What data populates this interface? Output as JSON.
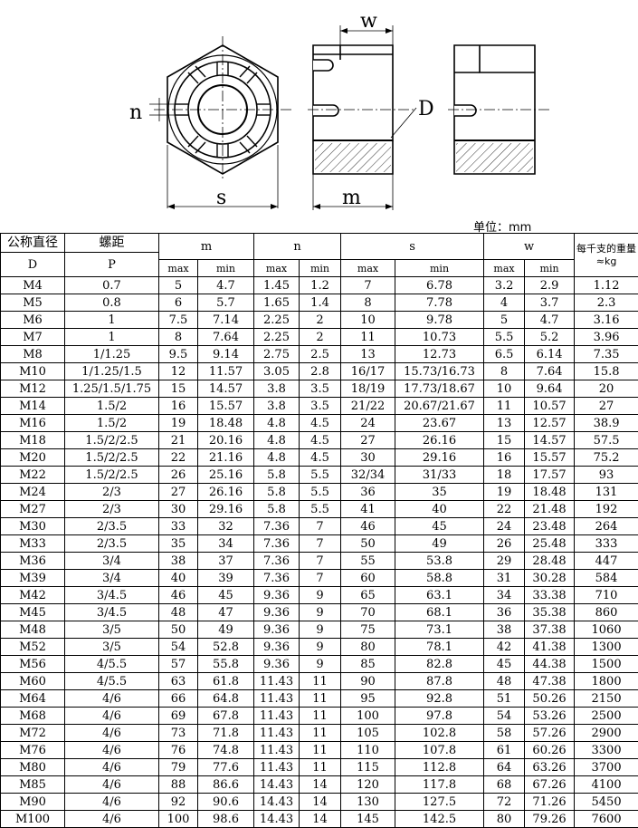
{
  "drawing": {
    "labels": {
      "w": "w",
      "n": "n",
      "D": "D",
      "s": "s",
      "m": "m"
    }
  },
  "unit_label": "单位：mm",
  "table": {
    "headers": {
      "d_cn": "公称直径",
      "d_sym": "D",
      "p_cn": "螺距",
      "p_sym": "P",
      "m": "m",
      "n": "n",
      "s": "s",
      "w": "w",
      "weight": "每千支的重量≈kg",
      "max": "max",
      "min": "min"
    },
    "rows": [
      [
        "M4",
        "0.7",
        "5",
        "4.7",
        "1.45",
        "1.2",
        "7",
        "6.78",
        "3.2",
        "2.9",
        "1.12"
      ],
      [
        "M5",
        "0.8",
        "6",
        "5.7",
        "1.65",
        "1.4",
        "8",
        "7.78",
        "4",
        "3.7",
        "2.3"
      ],
      [
        "M6",
        "1",
        "7.5",
        "7.14",
        "2.25",
        "2",
        "10",
        "9.78",
        "5",
        "4.7",
        "3.16"
      ],
      [
        "M7",
        "1",
        "8",
        "7.64",
        "2.25",
        "2",
        "11",
        "10.73",
        "5.5",
        "5.2",
        "3.96"
      ],
      [
        "M8",
        "1/1.25",
        "9.5",
        "9.14",
        "2.75",
        "2.5",
        "13",
        "12.73",
        "6.5",
        "6.14",
        "7.35"
      ],
      [
        "M10",
        "1/1.25/1.5",
        "12",
        "11.57",
        "3.05",
        "2.8",
        "16/17",
        "15.73/16.73",
        "8",
        "7.64",
        "15.8"
      ],
      [
        "M12",
        "1.25/1.5/1.75",
        "15",
        "14.57",
        "3.8",
        "3.5",
        "18/19",
        "17.73/18.67",
        "10",
        "9.64",
        "20"
      ],
      [
        "M14",
        "1.5/2",
        "16",
        "15.57",
        "3.8",
        "3.5",
        "21/22",
        "20.67/21.67",
        "11",
        "10.57",
        "27"
      ],
      [
        "M16",
        "1.5/2",
        "19",
        "18.48",
        "4.8",
        "4.5",
        "24",
        "23.67",
        "13",
        "12.57",
        "38.9"
      ],
      [
        "M18",
        "1.5/2/2.5",
        "21",
        "20.16",
        "4.8",
        "4.5",
        "27",
        "26.16",
        "15",
        "14.57",
        "57.5"
      ],
      [
        "M20",
        "1.5/2/2.5",
        "22",
        "21.16",
        "4.8",
        "4.5",
        "30",
        "29.16",
        "16",
        "15.57",
        "75.2"
      ],
      [
        "M22",
        "1.5/2/2.5",
        "26",
        "25.16",
        "5.8",
        "5.5",
        "32/34",
        "31/33",
        "18",
        "17.57",
        "93"
      ],
      [
        "M24",
        "2/3",
        "27",
        "26.16",
        "5.8",
        "5.5",
        "36",
        "35",
        "19",
        "18.48",
        "131"
      ],
      [
        "M27",
        "2/3",
        "30",
        "29.16",
        "5.8",
        "5.5",
        "41",
        "40",
        "22",
        "21.48",
        "192"
      ],
      [
        "M30",
        "2/3.5",
        "33",
        "32",
        "7.36",
        "7",
        "46",
        "45",
        "24",
        "23.48",
        "264"
      ],
      [
        "M33",
        "2/3.5",
        "35",
        "34",
        "7.36",
        "7",
        "50",
        "49",
        "26",
        "25.48",
        "333"
      ],
      [
        "M36",
        "3/4",
        "38",
        "37",
        "7.36",
        "7",
        "55",
        "53.8",
        "29",
        "28.48",
        "447"
      ],
      [
        "M39",
        "3/4",
        "40",
        "39",
        "7.36",
        "7",
        "60",
        "58.8",
        "31",
        "30.28",
        "584"
      ],
      [
        "M42",
        "3/4.5",
        "46",
        "45",
        "9.36",
        "9",
        "65",
        "63.1",
        "34",
        "33.38",
        "710"
      ],
      [
        "M45",
        "3/4.5",
        "48",
        "47",
        "9.36",
        "9",
        "70",
        "68.1",
        "36",
        "35.38",
        "860"
      ],
      [
        "M48",
        "3/5",
        "50",
        "49",
        "9.36",
        "9",
        "75",
        "73.1",
        "38",
        "37.38",
        "1060"
      ],
      [
        "M52",
        "3/5",
        "54",
        "52.8",
        "9.36",
        "9",
        "80",
        "78.1",
        "42",
        "41.38",
        "1300"
      ],
      [
        "M56",
        "4/5.5",
        "57",
        "55.8",
        "9.36",
        "9",
        "85",
        "82.8",
        "45",
        "44.38",
        "1500"
      ],
      [
        "M60",
        "4/5.5",
        "63",
        "61.8",
        "11.43",
        "11",
        "90",
        "87.8",
        "48",
        "47.38",
        "1800"
      ],
      [
        "M64",
        "4/6",
        "66",
        "64.8",
        "11.43",
        "11",
        "95",
        "92.8",
        "51",
        "50.26",
        "2150"
      ],
      [
        "M68",
        "4/6",
        "69",
        "67.8",
        "11.43",
        "11",
        "100",
        "97.8",
        "54",
        "53.26",
        "2500"
      ],
      [
        "M72",
        "4/6",
        "73",
        "71.8",
        "11.43",
        "11",
        "105",
        "102.8",
        "58",
        "57.26",
        "2900"
      ],
      [
        "M76",
        "4/6",
        "76",
        "74.8",
        "11.43",
        "11",
        "110",
        "107.8",
        "61",
        "60.26",
        "3300"
      ],
      [
        "M80",
        "4/6",
        "79",
        "77.6",
        "11.43",
        "11",
        "115",
        "112.8",
        "64",
        "63.26",
        "3700"
      ],
      [
        "M85",
        "4/6",
        "88",
        "86.6",
        "14.43",
        "14",
        "120",
        "117.8",
        "68",
        "67.26",
        "4100"
      ],
      [
        "M90",
        "4/6",
        "92",
        "90.6",
        "14.43",
        "14",
        "130",
        "127.5",
        "72",
        "71.26",
        "5450"
      ],
      [
        "M100",
        "4/6",
        "100",
        "98.6",
        "14.43",
        "14",
        "145",
        "142.5",
        "80",
        "79.26",
        "7600"
      ]
    ]
  }
}
